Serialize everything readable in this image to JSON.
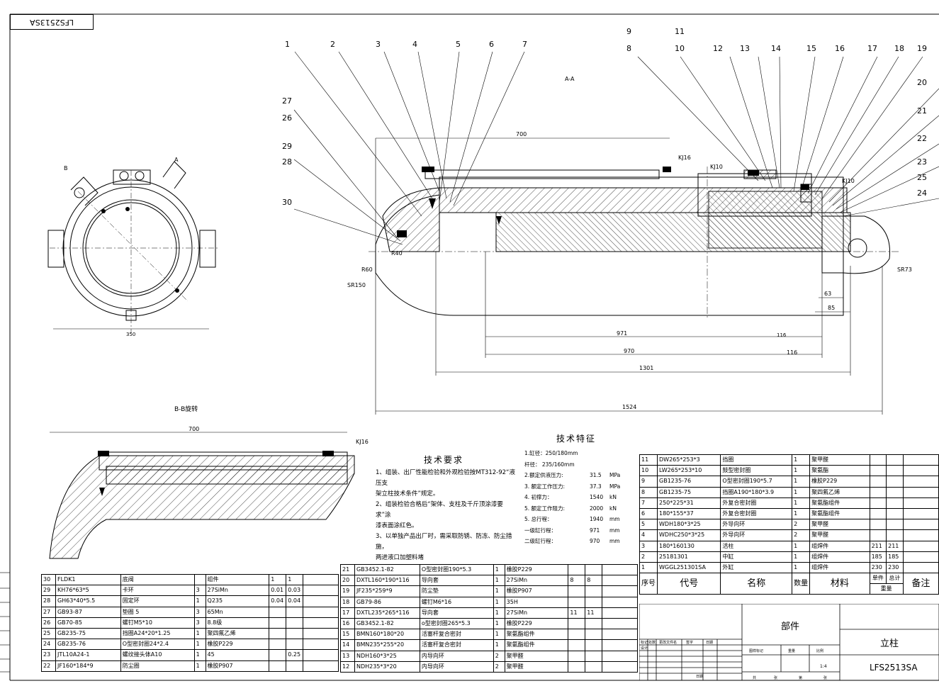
{
  "drawing_code": "LFS2513SA",
  "section_label": "A-A",
  "view_bb_label": "B-B旋转",
  "balloons_top": [
    "1",
    "2",
    "3",
    "4",
    "5",
    "6",
    "7",
    "9",
    "8",
    "11",
    "10",
    "12",
    "13",
    "14",
    "15",
    "16",
    "17",
    "18",
    "19",
    "20",
    "21",
    "22",
    "23",
    "25",
    "24",
    "27",
    "26",
    "29",
    "28",
    "30"
  ],
  "dims_main": {
    "d700": "700",
    "d971": "971",
    "d970": "970",
    "d1301": "1301",
    "d1524": "1524",
    "d63": "63",
    "d85": "85",
    "d116": "116",
    "d116b": "116",
    "r40": "R40",
    "r60": "R60",
    "sr150": "SR150",
    "sr73": "SR73",
    "kj16": "KJ16",
    "kj10a": "KJ10",
    "kj10b": "KJ10"
  },
  "dims_small": {
    "d350": "350",
    "d700b": "700",
    "kj16b": "KJ16",
    "b": "B",
    "a": "A"
  },
  "tech_req": {
    "title": "技术要求",
    "lines": [
      "1、组装、出厂性能检验和外观检验按MT312-92“液压支",
      "架立柱技术条件”规定。",
      "2、组装检验合格后“架体、支柱及千斤顶涂漆要求”涂",
      "漆表面涂红色。",
      "3、以单独产品出厂时，需采取防锈、防冻、防尘措施，",
      "两进液口加塑料堵"
    ]
  },
  "tech_spec": {
    "title": "技术特征",
    "rows": [
      {
        "k": "1.缸径：250/180mm",
        "v": "",
        "u": ""
      },
      {
        "k": "  杆径： 235/160mm",
        "v": "",
        "u": ""
      },
      {
        "k": "2.额定供液压力:",
        "v": "31.5",
        "u": "MPa"
      },
      {
        "k": "3. 额定工作压力:",
        "v": "37.3",
        "u": "MPa"
      },
      {
        "k": "4. 初撑力：",
        "v": "1540",
        "u": "kN"
      },
      {
        "k": "5. 额定工作阻力:",
        "v": "2000",
        "u": "kN"
      },
      {
        "k": "5. 总行程：",
        "v": "1940",
        "u": "mm"
      },
      {
        "k": "    一级缸行程：",
        "v": "971",
        "u": "mm"
      },
      {
        "k": "    二级缸行程：",
        "v": "970",
        "u": "mm"
      }
    ]
  },
  "bom_left": [
    [
      "30",
      "FLDK1",
      "底阀",
      "",
      "组件",
      "1",
      "1",
      ""
    ],
    [
      "29",
      "KH76*63*5",
      "卡环",
      "3",
      "27SiMn",
      "0.01",
      "0.03",
      ""
    ],
    [
      "28",
      "GH63*40*5.5",
      "固定环",
      "1",
      "Q235",
      "0.04",
      "0.04",
      ""
    ],
    [
      "27",
      "GB93-87",
      "垫圈 5",
      "3",
      "65Mn",
      "",
      "",
      ""
    ],
    [
      "26",
      "GB70-85",
      "螺钉M5*10",
      "3",
      "8.8级",
      "",
      "",
      ""
    ],
    [
      "25",
      "GB235-75",
      "挡圈A24*20*1.25",
      "1",
      "聚四氟乙烯",
      "",
      "",
      ""
    ],
    [
      "24",
      "GB235-76",
      "O型密封圈24*2.4",
      "1",
      "橡胶P229",
      "",
      "",
      ""
    ],
    [
      "23",
      "JTL10A24-1",
      "螺纹接头体A10",
      "1",
      "45",
      "",
      "0.25",
      ""
    ],
    [
      "22",
      "JF160*184*9",
      "防尘圈",
      "1",
      "橡胶P907",
      "",
      "",
      ""
    ]
  ],
  "bom_mid": [
    [
      "21",
      "GB3452.1-82",
      "O型密封圈190*5.3",
      "1",
      "橡胶P229",
      "",
      "",
      ""
    ],
    [
      "20",
      "DXTL160*190*116",
      "导向套",
      "1",
      "27SiMn",
      "8",
      "8",
      ""
    ],
    [
      "19",
      "JF235*259*9",
      "防尘垫",
      "1",
      "橡胶P907",
      "",
      "",
      ""
    ],
    [
      "18",
      "GB79-86",
      "螺钉M6*16",
      "1",
      "35H",
      "",
      "",
      ""
    ],
    [
      "17",
      "DXTL235*265*116",
      "导向套",
      "1",
      "27SiMn",
      "11",
      "11",
      ""
    ],
    [
      "16",
      "GB3452.1-82",
      "o型密封圈265*5.3",
      "1",
      "橡胶P229",
      "",
      "",
      ""
    ],
    [
      "15",
      "BMN160*180*20",
      "活塞杆复合密封",
      "1",
      "聚氨酯组件",
      "",
      "",
      ""
    ],
    [
      "14",
      "BMN235*255*20",
      "活塞杆复合密封",
      "1",
      "聚氨酯组件",
      "",
      "",
      ""
    ],
    [
      "13",
      "NDH160*3*25",
      "内导向环",
      "2",
      "聚甲醛",
      "",
      "",
      ""
    ],
    [
      "12",
      "NDH235*3*20",
      "内导向环",
      "2",
      "聚甲醛",
      "",
      "",
      ""
    ]
  ],
  "bom_right": [
    [
      "11",
      "DW265*253*3",
      "挡圈",
      "1",
      "聚甲醛",
      "",
      ""
    ],
    [
      "10",
      "LW265*253*10",
      "鼓型密封圈",
      "1",
      "聚氨酯",
      "",
      ""
    ],
    [
      "9",
      "GB1235-76",
      "O型密封圈190*5.7",
      "1",
      "橡胶P229",
      "",
      ""
    ],
    [
      "8",
      "GB1235-75",
      "挡圈A190*180*3.9",
      "1",
      "聚四氟乙烯",
      "",
      ""
    ],
    [
      "7",
      "250*225*31",
      "外复合密封圈",
      "1",
      "聚氨酯组件",
      "",
      ""
    ],
    [
      "6",
      "180*155*37",
      "外复合密封圈",
      "1",
      "聚氨酯组件",
      "",
      ""
    ],
    [
      "5",
      "WDH180*3*25",
      "外导向环",
      "2",
      "聚甲醛",
      "",
      ""
    ],
    [
      "4",
      "WDHC250*3*25",
      "外导向环",
      "2",
      "聚甲醛",
      "",
      ""
    ],
    [
      "3",
      "180*160130",
      "活柱",
      "1",
      "组焊件",
      "211",
      "211"
    ],
    [
      "2",
      "25181301",
      "中缸",
      "1",
      "组焊件",
      "185",
      "185"
    ],
    [
      "1",
      "WGGL251301SA",
      "外缸",
      "1",
      "组焊件",
      "230",
      "230"
    ]
  ],
  "bom_header": {
    "no": "序号",
    "code": "代号",
    "name": "名称",
    "qty": "数量",
    "mat": "材料",
    "unit": "单件",
    "total": "总计",
    "weight": "重量",
    "remark": "备注"
  },
  "title_block": {
    "part": "部件",
    "name": "立柱",
    "code": "LFS2513SA",
    "scale": "1:4",
    "labels": [
      "标记",
      "处数",
      "更改文件名",
      "签字",
      "日期",
      "设计",
      "图样标记",
      "重量",
      "比例",
      "共",
      "张",
      "第",
      "张",
      "日期"
    ]
  }
}
